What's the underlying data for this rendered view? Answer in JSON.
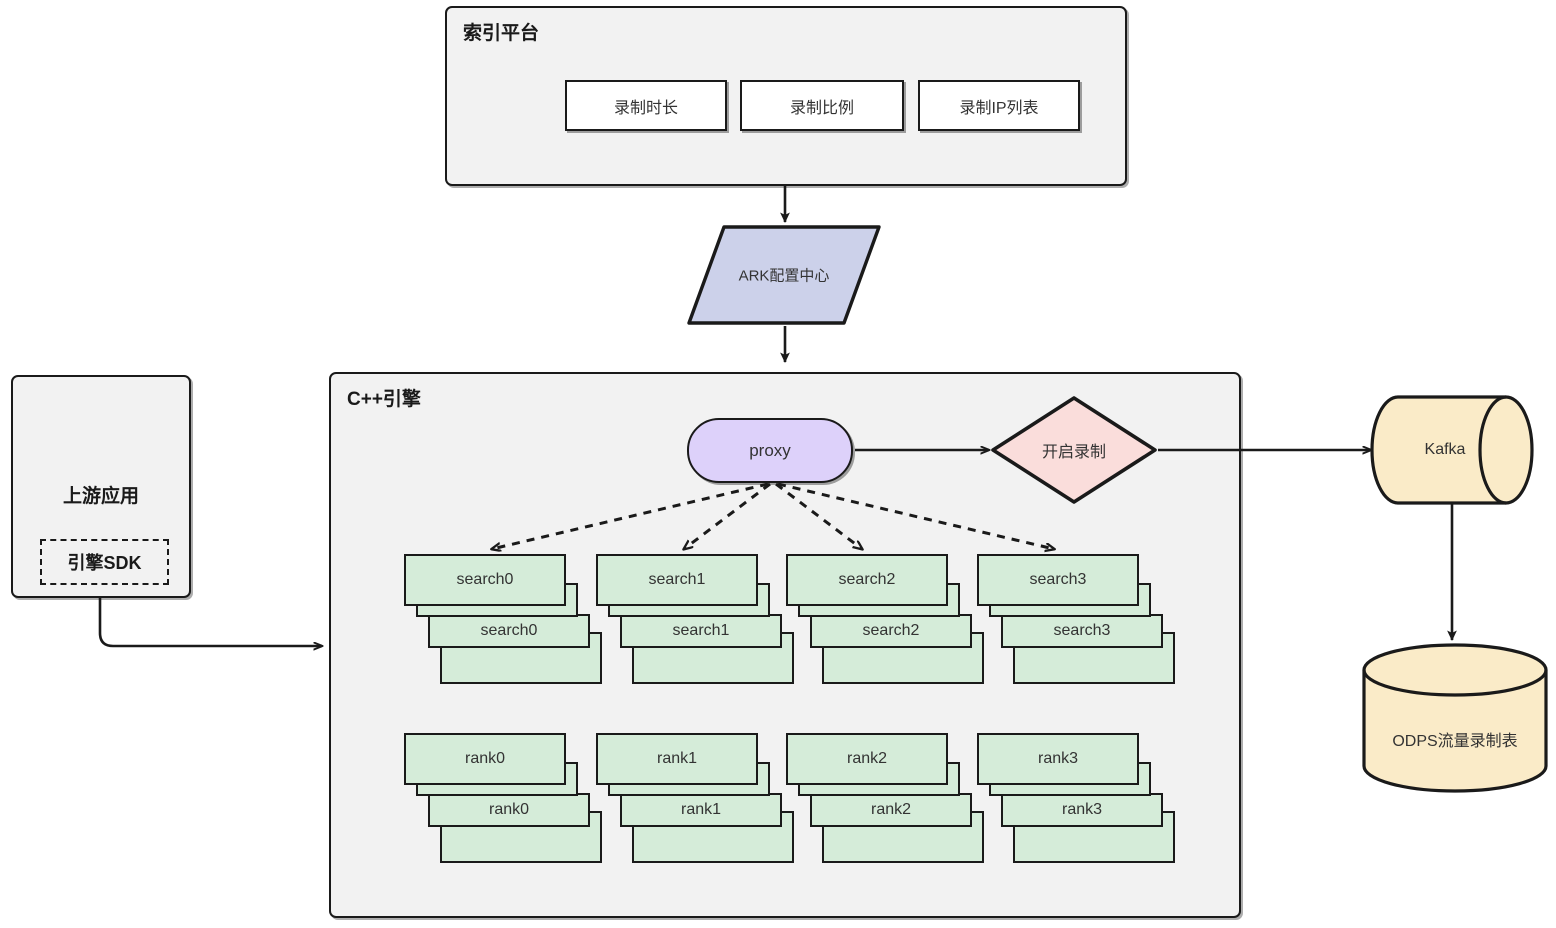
{
  "diagram": {
    "title_index_platform": "索引平台",
    "title_engine": "C++引擎",
    "index_platform_items": [
      {
        "label": "录制时长"
      },
      {
        "label": "录制比例"
      },
      {
        "label": "录制IP列表"
      }
    ],
    "ark": {
      "label": "ARK配置中心",
      "fill": "#ccd1ea"
    },
    "upstream": {
      "title": "上游应用",
      "sdk_label": "引擎SDK"
    },
    "proxy": {
      "label": "proxy",
      "fill": "#ddd1fa"
    },
    "decision": {
      "label": "开启录制",
      "fill": "#fadddb"
    },
    "kafka": {
      "label": "Kafka",
      "fill": "#faebc8"
    },
    "odps": {
      "label": "ODPS流量录制表",
      "fill": "#faebc8"
    },
    "search_stacks": [
      {
        "labels": [
          "search0",
          "search0",
          "search0"
        ]
      },
      {
        "labels": [
          "search1",
          "search1",
          "search1"
        ]
      },
      {
        "labels": [
          "search2",
          "search2",
          "search2"
        ]
      },
      {
        "labels": [
          "search3",
          "search3",
          "search3"
        ]
      }
    ],
    "rank_stacks": [
      {
        "labels": [
          "rank0",
          "rank0",
          "rank0"
        ]
      },
      {
        "labels": [
          "rank1",
          "rank1",
          "rank1"
        ]
      },
      {
        "labels": [
          "rank2",
          "rank2",
          "rank2"
        ]
      },
      {
        "labels": [
          "rank3",
          "rank3",
          "rank3"
        ]
      }
    ],
    "colors": {
      "container_fill": "#f2f2f2",
      "stroke": "#1a1a1a",
      "shard_fill": "#d5ecd9",
      "text": "#333333"
    }
  }
}
